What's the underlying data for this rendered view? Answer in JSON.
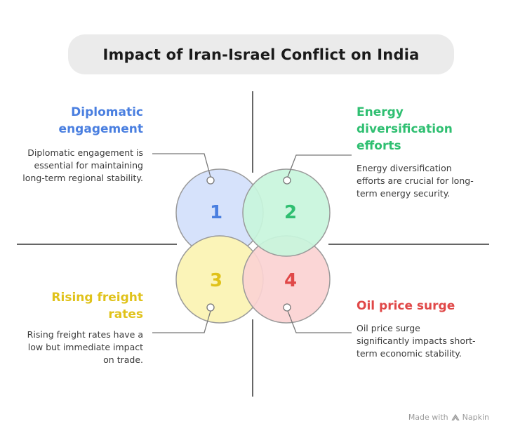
{
  "title": "Impact of Iran-Israel Conflict on India",
  "colors": {
    "blue": "#4a7fe0",
    "green": "#2fbf71",
    "yellow": "#e0c21a",
    "red": "#e04848",
    "circle1_fill": "#d6e2fb",
    "circle2_fill": "#c8f5dc",
    "circle3_fill": "#fbf4b8",
    "circle4_fill": "#fbd2d2"
  },
  "quadrants": [
    {
      "number": "1",
      "heading": "Diplomatic engagement",
      "body": "Diplomatic engagement is essential for maintaining long-term regional stability."
    },
    {
      "number": "2",
      "heading": "Energy diversification efforts",
      "body": "Energy diversification efforts are crucial for long-term energy security."
    },
    {
      "number": "3",
      "heading": "Rising freight rates",
      "body": "Rising freight rates have a low but immediate impact on trade."
    },
    {
      "number": "4",
      "heading": "Oil price surge",
      "body": "Oil price surge significantly impacts short-term economic stability."
    }
  ],
  "footer": {
    "label": "Made with",
    "brand": "Napkin",
    "icon": "napkin-logo-icon"
  }
}
